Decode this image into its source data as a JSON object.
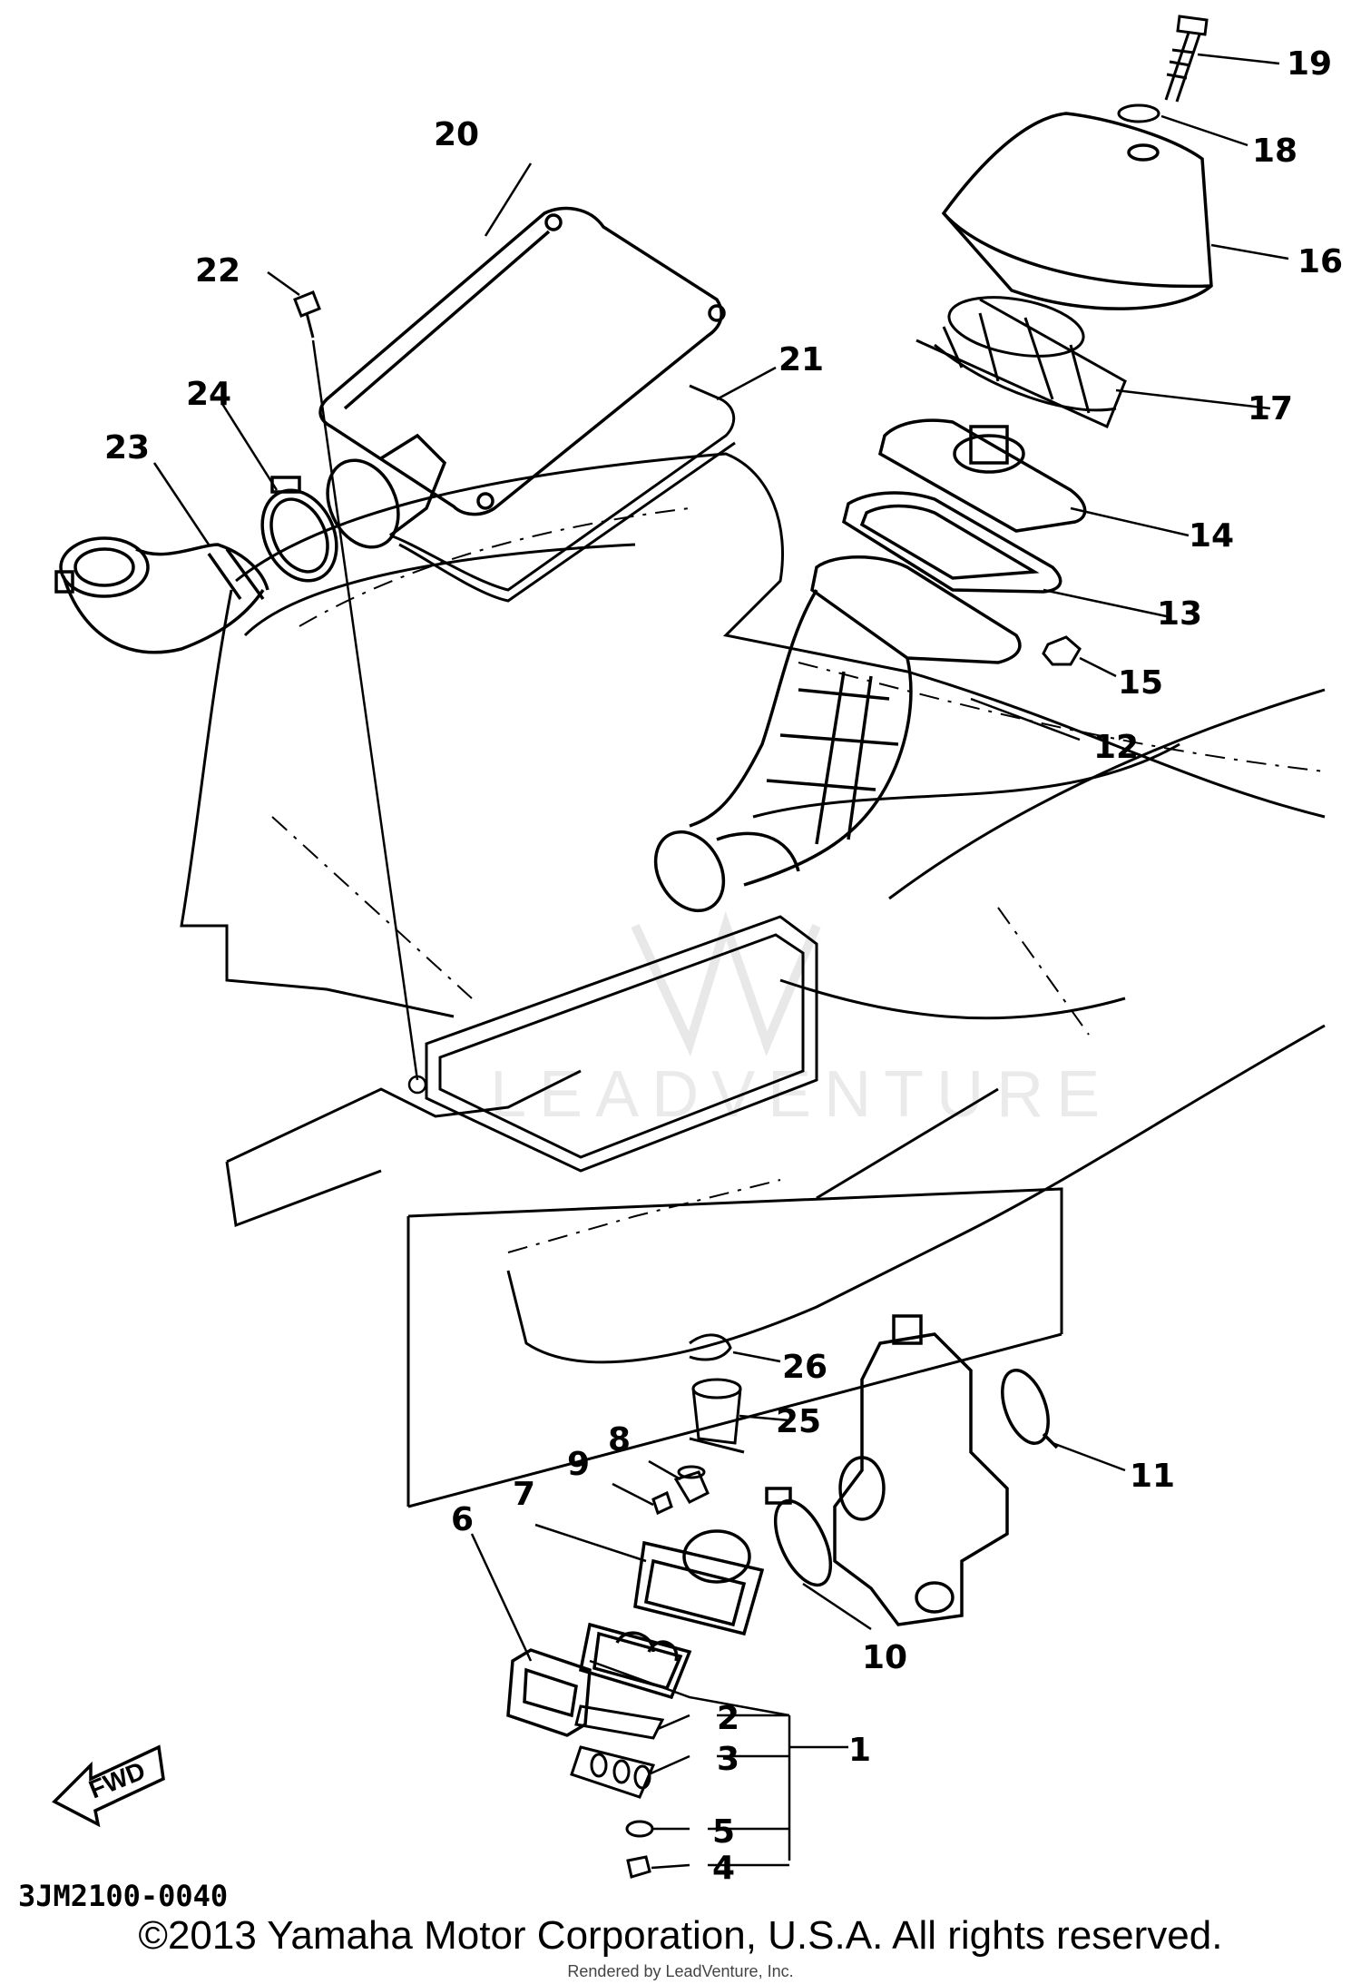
{
  "diagram": {
    "part_numbers": [
      "1",
      "2",
      "3",
      "4",
      "5",
      "6",
      "7",
      "8",
      "9",
      "10",
      "11",
      "12",
      "13",
      "14",
      "15",
      "16",
      "17",
      "18",
      "19",
      "20",
      "21",
      "22",
      "23",
      "24",
      "25",
      "26"
    ],
    "diagram_code": "3JM2100-0040",
    "direction_label": "FWD",
    "watermark": "LEADVENTURE"
  },
  "footer": {
    "copyright": "©2013 Yamaha Motor Corporation, U.S.A. All rights reserved.",
    "rendered_by": "Rendered by LeadVenture, Inc."
  }
}
